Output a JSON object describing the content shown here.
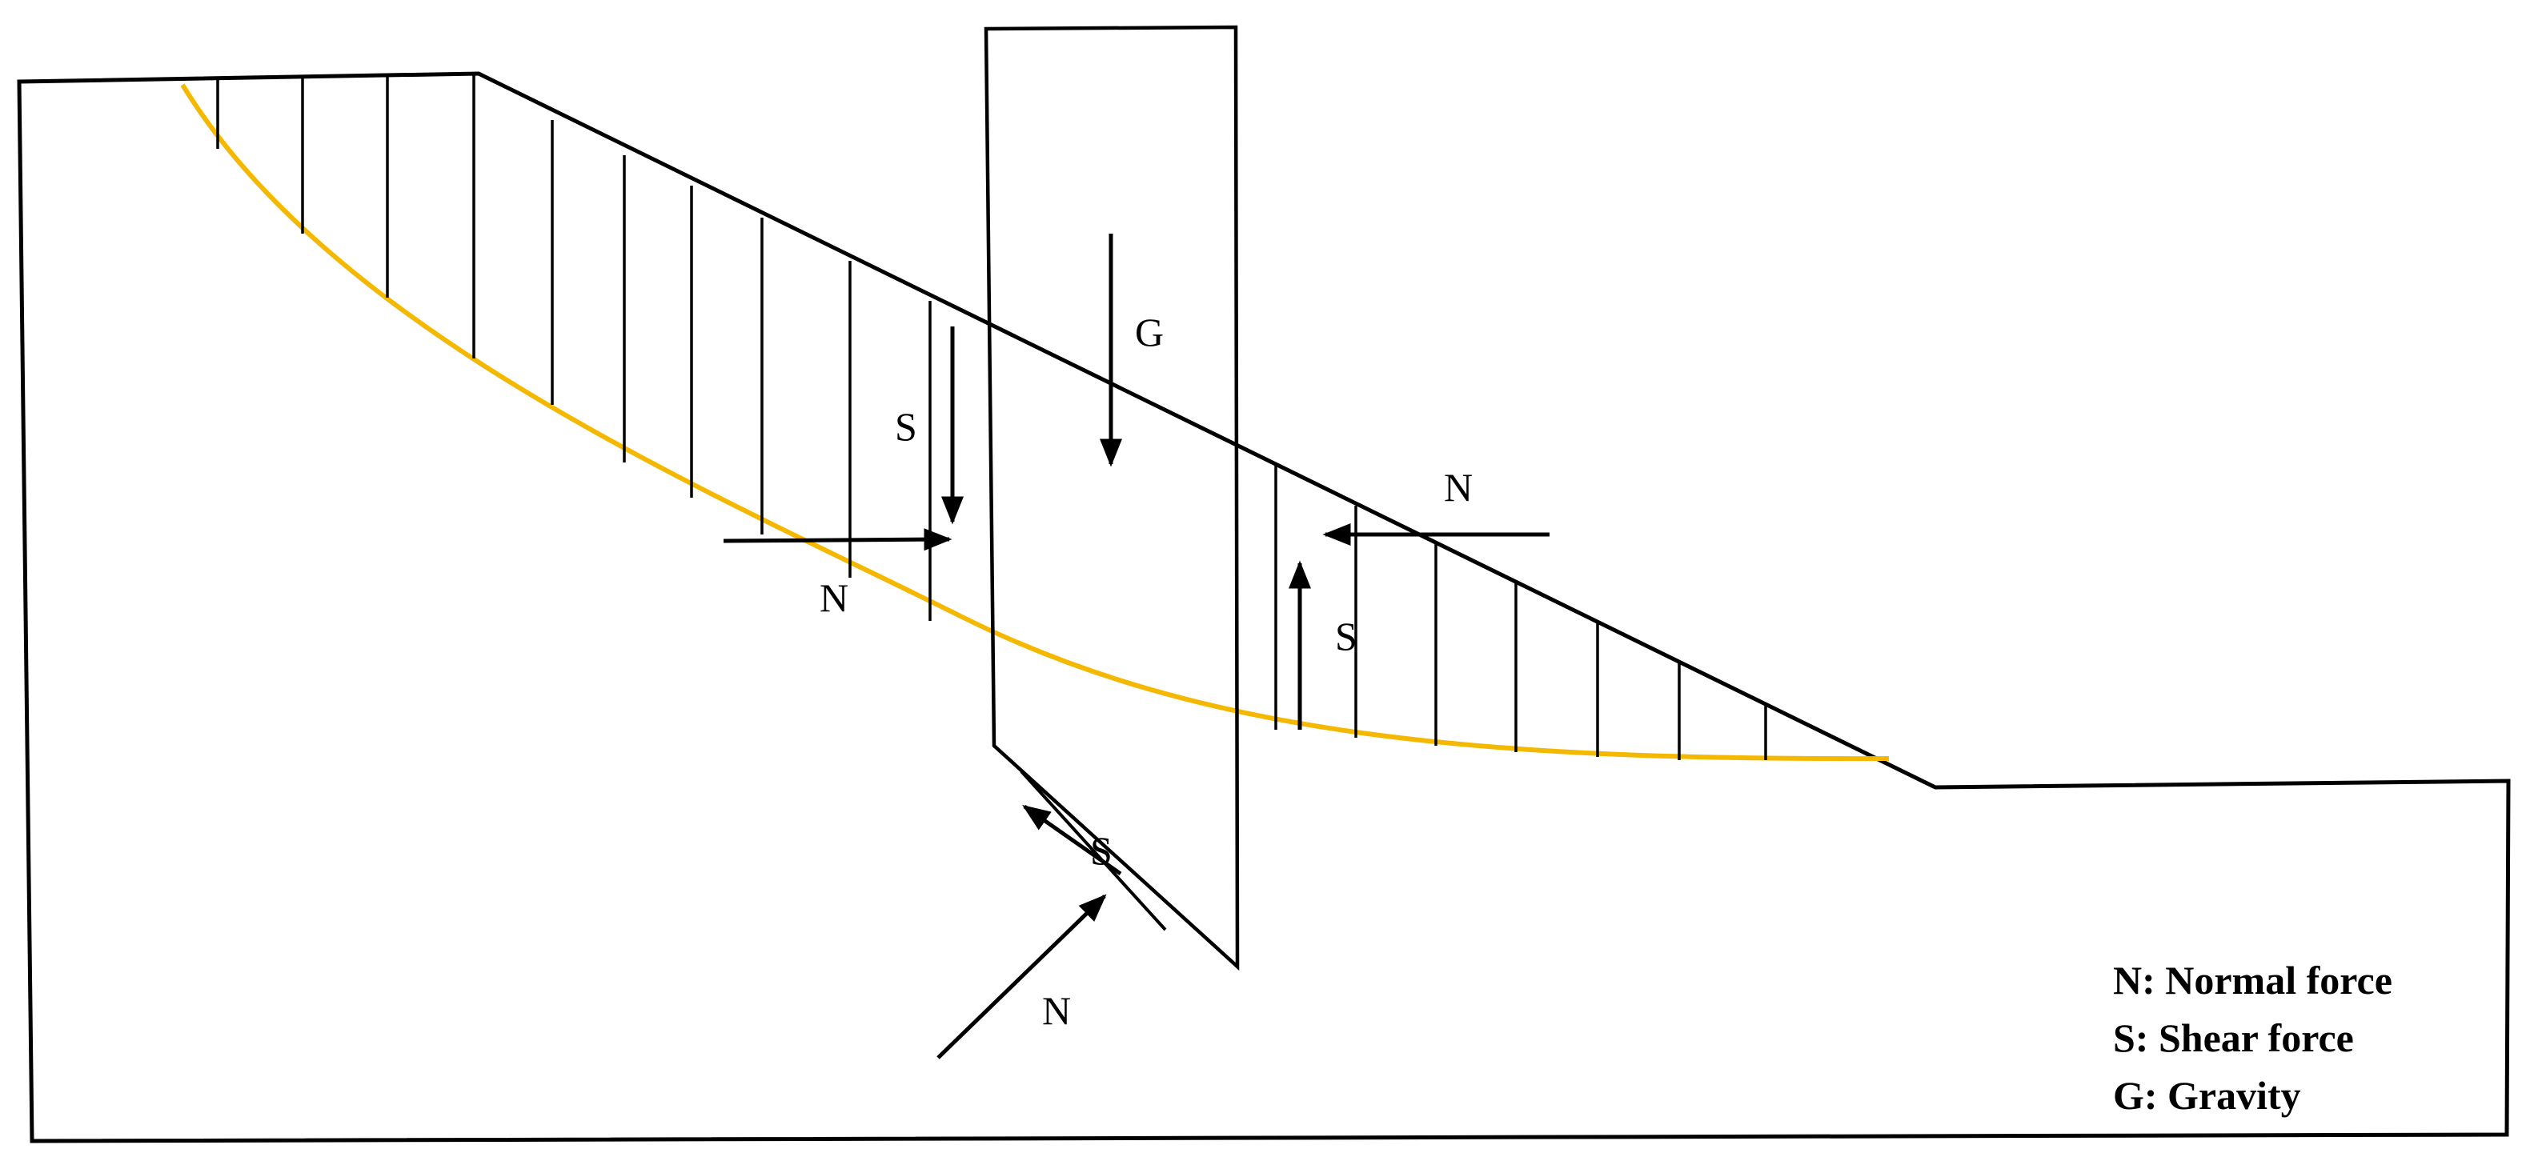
{
  "labels": {
    "gravity": "G",
    "shear_left": "S",
    "normal_left": "N",
    "normal_right": "N",
    "shear_right": "S",
    "shear_bottom": "S",
    "normal_bottom": "N"
  },
  "legend": {
    "items": [
      "N: Normal force",
      "S: Shear force",
      "G: Gravity"
    ]
  },
  "colors": {
    "outline": "#000000",
    "slip_surface": "#f5b800"
  }
}
